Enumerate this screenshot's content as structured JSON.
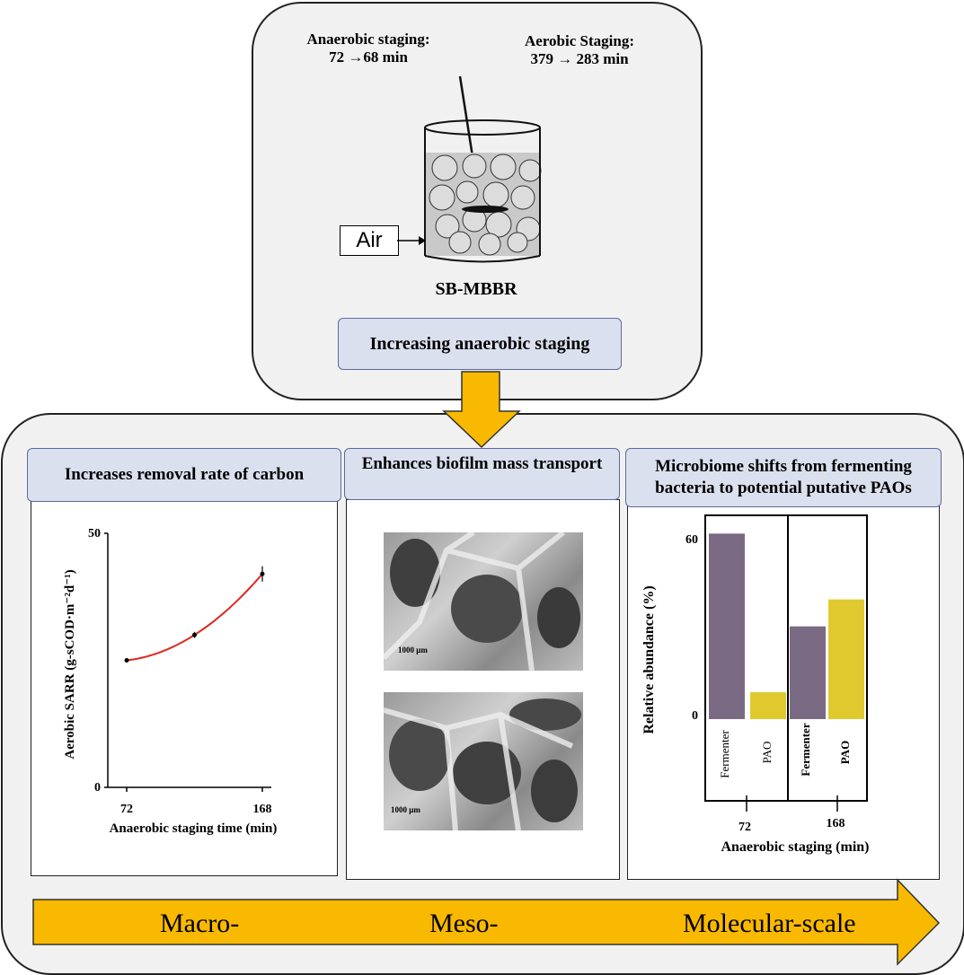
{
  "reactor": {
    "anaerobic_label": "Anaerobic staging:",
    "anaerobic_value": "72 →68 min",
    "aerobic_label": "Aerobic Staging:",
    "aerobic_value": "379 → 283 min",
    "air_label": "Air",
    "name": "SB-MBBR",
    "increasing_label": "Increasing anaerobic staging"
  },
  "panels": {
    "macro_header": "Increases removal rate of carbon",
    "meso_header": "Enhances biofilm mass transport",
    "molecular_header": "Microbiome shifts from fermenting bacteria to potential putative PAOs",
    "scale_bar_1": "1000 μm",
    "scale_bar_2": "1000 μm"
  },
  "scale_arrow": {
    "macro": "Macro-",
    "meso": "Meso-",
    "molecular": "Molecular-scale"
  },
  "colors": {
    "panel_header_bg": "#dbe0ef",
    "arrow_fill": "#f9b900",
    "fermenter": "#7b6a84",
    "pao": "#e0c92e",
    "curve": "#e0261c"
  },
  "chart_data": [
    {
      "type": "line",
      "xlabel": "Anaerobic staging time (min)",
      "ylabel": "Aerobic SARR (g-sCOD·m⁻²d⁻¹)",
      "x_ticks": [
        "72",
        "168"
      ],
      "y_ticks": [
        "0",
        "50"
      ],
      "xlim": [
        72,
        168
      ],
      "ylim": [
        0,
        50
      ],
      "series": [
        {
          "x": [
            72,
            120,
            168
          ],
          "y": [
            25,
            30,
            42
          ],
          "err": [
            0,
            0.6,
            1.5
          ]
        }
      ]
    },
    {
      "type": "bar",
      "xlabel": "Anaerobic staging (min)",
      "ylabel": "Relative abundance (%)",
      "y_ticks": [
        "0",
        "60"
      ],
      "ylim": [
        0,
        60
      ],
      "groups": [
        {
          "label": "72",
          "bars": [
            {
              "name": "Fermenter",
              "value": 62
            },
            {
              "name": "PAO",
              "value": 9
            }
          ]
        },
        {
          "label": "168",
          "bars": [
            {
              "name": "Fermenter",
              "value": 31
            },
            {
              "name": "PAO",
              "value": 40
            }
          ]
        }
      ]
    }
  ]
}
